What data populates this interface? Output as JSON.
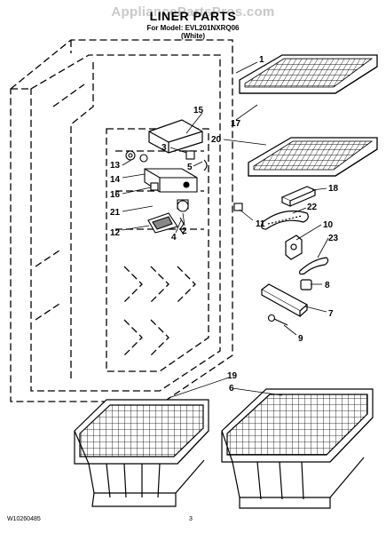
{
  "watermark": "AppliancePartsPros.com",
  "title": "LINER PARTS",
  "model_line": "For Model: EVL201NXRQ06",
  "variant": "(White)",
  "doc_code": "W10260485",
  "page_number": "3",
  "callouts": {
    "c1": "1",
    "c2": "2",
    "c3": "3",
    "c4": "4",
    "c5": "5",
    "c6": "6",
    "c7": "7",
    "c8": "8",
    "c9": "9",
    "c10": "10",
    "c11": "11",
    "c12": "12",
    "c13": "13",
    "c14": "14",
    "c15": "15",
    "c16": "16",
    "c17": "17",
    "c18": "18",
    "c19": "19",
    "c20": "20",
    "c21": "21",
    "c22": "22",
    "c23": "23"
  }
}
